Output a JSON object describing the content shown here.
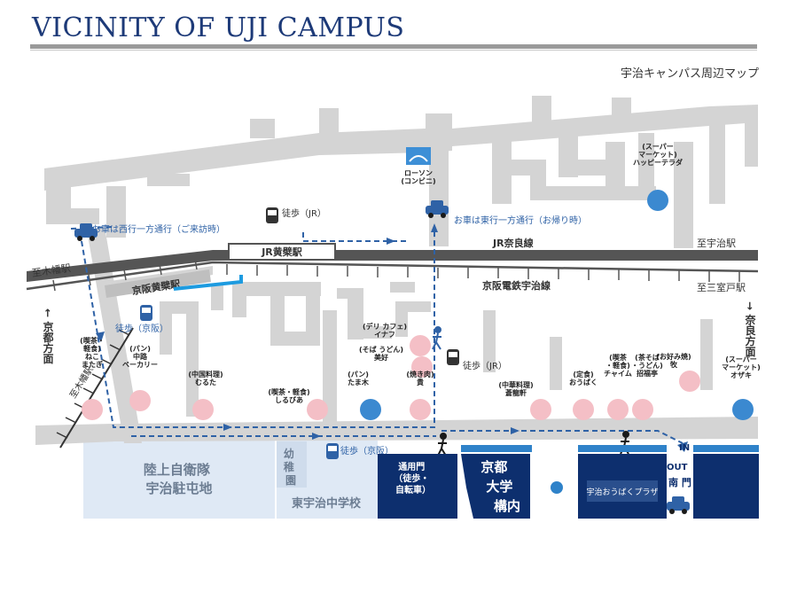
{
  "header": {
    "title": "VICINITY OF UJI CAMPUS",
    "subtitle": "宇治キャンパス周辺マップ"
  },
  "colors": {
    "road": "#d4d4d4",
    "rail": "#555555",
    "campus": "#0d2f6e",
    "route": "#2f62a6",
    "poi_shop": "#f4bfc6",
    "poi_market": "#3b89d0",
    "sdf_area": "#dfe9f5"
  },
  "directions": {
    "to_kohata": "至木幡駅",
    "to_kohata_road": "至木幡駅",
    "to_uji_st": "至宇治駅",
    "to_misimuro": "至三室戸駅",
    "kyoto_dir": "← 京都方面",
    "nara_dir": "→ 奈良方面"
  },
  "rail": {
    "jr_line": "JR奈良線",
    "jr_station": "JR黄檗駅",
    "keihan_line": "京阪電鉄宇治線",
    "keihan_station": "京阪黄檗駅"
  },
  "notes": {
    "car_oneway_west": "お車は西行一方通行（ご来訪時）",
    "car_oneway_east": "お車は東行一方通行（お帰り時）",
    "walk_jr_top": "徒歩（JR）",
    "walk_keihan_left": "徒歩（京阪）",
    "walk_jr_right": "徒歩（JR）",
    "walk_keihan_bottom": "徒歩（京阪）"
  },
  "pois": [
    {
      "name": "(ローソン)",
      "sub": "(コンビニ)",
      "kind": "lawson",
      "label": "ローソン\n(コンビニ)"
    },
    {
      "label": "(スーパー\nマーケット)\nハッピーテラダ",
      "kind": "market"
    },
    {
      "label": "(デリ カフェ)\nイナフ",
      "kind": "shop"
    },
    {
      "label": "(そば うどん)\n美好",
      "kind": "shop"
    },
    {
      "label": "(喫茶・\n軽食)\nねこ\nまたぎ",
      "kind": "shop"
    },
    {
      "label": "(パン)\n中路\nベーカリー",
      "kind": "shop"
    },
    {
      "label": "(中国料理)\nむるた",
      "kind": "shop"
    },
    {
      "label": "(喫茶・軽食)\nしるびあ",
      "kind": "shop"
    },
    {
      "label": "(パン)\nたま木",
      "kind": "market"
    },
    {
      "label": "(焼き肉)\n貴",
      "kind": "shop"
    },
    {
      "label": "(中華料理)\n蒼龍軒",
      "kind": "shop"
    },
    {
      "label": "(定食)\nおうばく",
      "kind": "shop"
    },
    {
      "label": "(喫茶\n・軽食)\nチャイム",
      "kind": "shop"
    },
    {
      "label": "(茶そば\n・うどん)\n招福亭",
      "kind": "shop"
    },
    {
      "label": "(お好み焼)\n牧",
      "kind": "shop"
    },
    {
      "label": "(スーパー\nマーケット)\nオザキ",
      "kind": "market"
    }
  ],
  "areas": {
    "sdf": "陸上自衛隊\n宇治駐屯地",
    "kindergarten": "幼\n稚\n園",
    "jhs": "東宇治中学校",
    "gate_main": "通用門\n（徒歩・\n自転車）",
    "univ": "京都\n大学\n構内",
    "plaza": "宇治おうばくプラザ",
    "south_gate": "南 門",
    "in_label": "IN",
    "out_label": "OUT"
  }
}
